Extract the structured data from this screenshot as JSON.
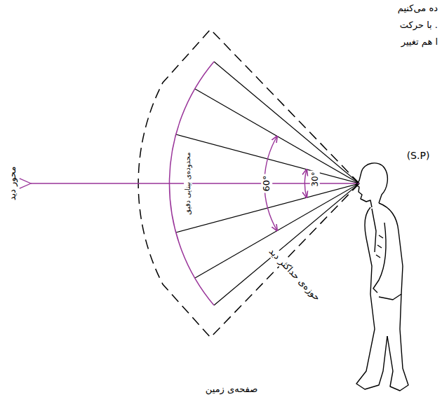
{
  "diagram": {
    "labels": [
      "ده می‌کنیم",
      ". با حرکت",
      "ا هم تغییر",
      "(S.P)",
      "محور دید",
      "محدوده‌ی بینایی دقیق",
      "30°",
      "60°",
      "حوزه‌ی حداکثر دید",
      "صفحه‌ی زمین"
    ]
  }
}
